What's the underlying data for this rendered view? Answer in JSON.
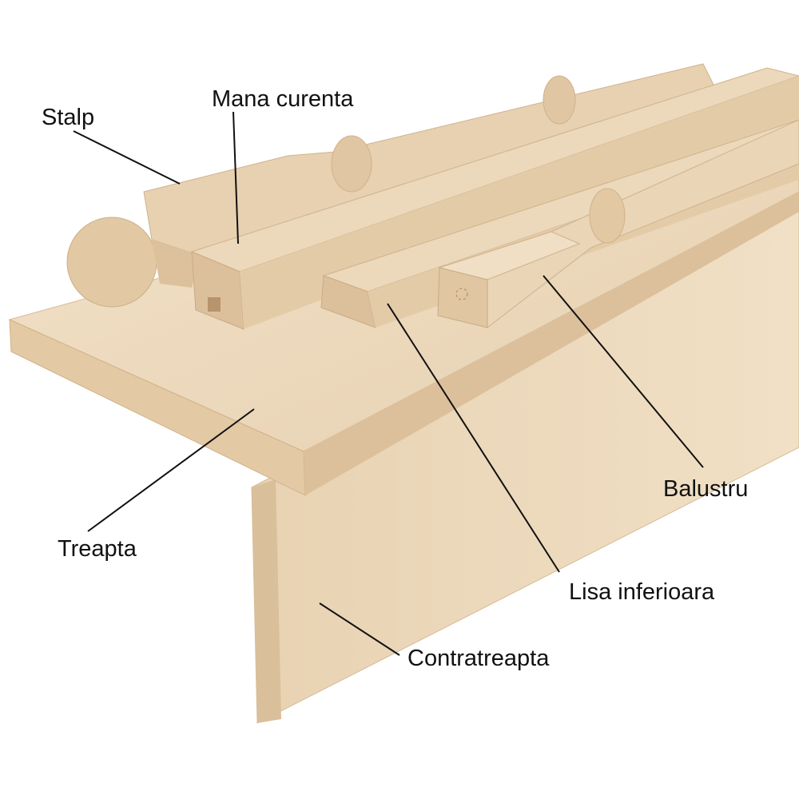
{
  "labels": {
    "stalp": "Stalp",
    "mana_curenta": "Mana curenta",
    "treapta": "Treapta",
    "contratreapta": "Contratreapta",
    "lisa_inferioara": "Lisa inferioara",
    "balustru": "Balustru"
  },
  "colors": {
    "wood_light": "#efdcc0",
    "wood_mid": "#e2c9a6",
    "wood_dark": "#c9ab86",
    "leader_line": "#111111"
  }
}
